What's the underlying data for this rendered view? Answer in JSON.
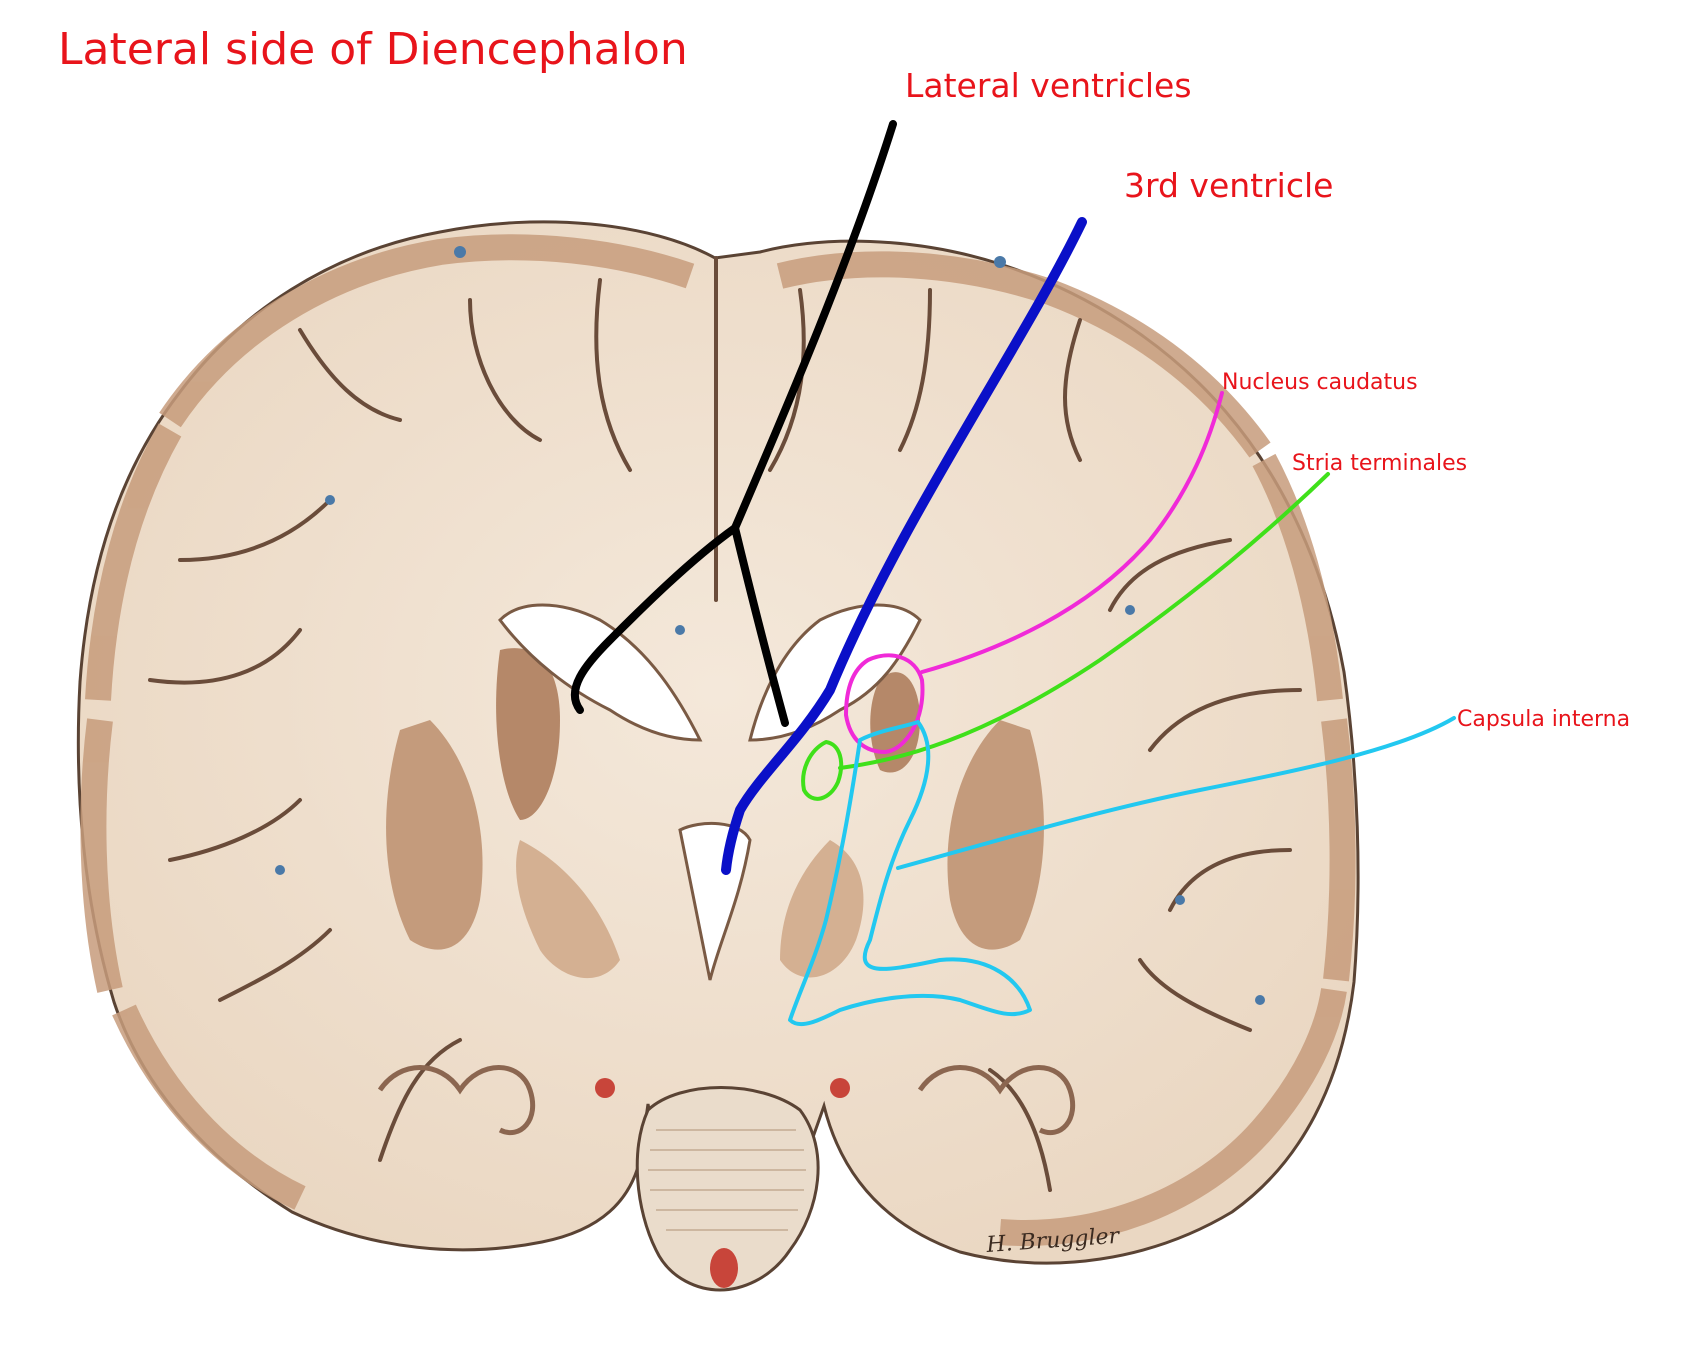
{
  "title": "Lateral side of Diencephalon",
  "labels": {
    "lateral_ventricles": "Lateral ventricles",
    "third_ventricle": "3rd ventricle",
    "nucleus_caudatus": "Nucleus caudatus",
    "stria_terminales": "Stria terminales",
    "capsula_interna": "Capsula interna"
  },
  "signature": "H. Bruggler",
  "colors": {
    "label_text": "#e8141b",
    "lateral_ventricles_line": "#000000",
    "third_ventricle_line": "#0a10c8",
    "nucleus_caudatus_line": "#f02ad8",
    "stria_terminales_line": "#3fe01a",
    "capsula_interna_line": "#22c8f0",
    "tissue_light": "#efe1d0",
    "tissue_mid": "#d9b99c",
    "tissue_dark": "#b88d6e"
  }
}
